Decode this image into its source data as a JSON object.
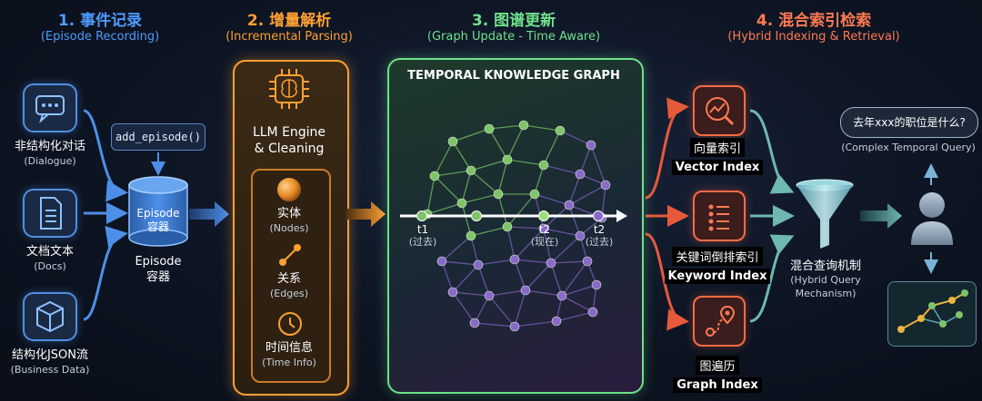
{
  "stages": [
    {
      "title": "1. 事件记录",
      "subtitle": "(Episode Recording)"
    },
    {
      "title": "2. 增量解析",
      "subtitle": "(Incremental Parsing)"
    },
    {
      "title": "3. 图谱更新",
      "subtitle": "(Graph Update - Time Aware)"
    },
    {
      "title": "4. 混合索引检索",
      "subtitle": "(Hybrid Indexing & Retrieval)"
    }
  ],
  "sources": [
    {
      "label": "非结构化对话",
      "sub": "(Dialogue)",
      "icon": "chat-icon"
    },
    {
      "label": "文档文本",
      "sub": "(Docs)",
      "icon": "document-icon"
    },
    {
      "label": "结构化JSON流",
      "sub": "(Business Data)",
      "icon": "box-icon"
    }
  ],
  "episode": {
    "call": "add_episode()",
    "db_label_1": "Episode",
    "db_label_2": "容器",
    "caption_1": "Episode",
    "caption_2": "容器"
  },
  "llm": {
    "title_1": "LLM Engine",
    "title_2": "& Cleaning",
    "items": [
      {
        "label": "实体",
        "sub": "(Nodes)"
      },
      {
        "label": "关系",
        "sub": "(Edges)"
      },
      {
        "label": "时间信息",
        "sub": "(Time Info)"
      }
    ]
  },
  "graph": {
    "title": "TEMPORAL KNOWLEDGE GRAPH",
    "timeline": [
      {
        "label": "t1",
        "sub": "(过去)"
      },
      {
        "label": "t2",
        "sub": "(现在)"
      },
      {
        "label": "t2",
        "sub": "(过去)"
      }
    ]
  },
  "indexes": [
    {
      "cn": "向量索引",
      "en": "Vector Index",
      "icon": "vector-search-icon"
    },
    {
      "cn": "关键词倒排索引",
      "en": "Keyword Index",
      "icon": "list-icon"
    },
    {
      "cn": "图遍历",
      "en": "Graph Index",
      "icon": "route-icon"
    }
  ],
  "mechanism": {
    "cn": "混合查询机制",
    "en_1": "(Hybrid Query",
    "en_2": "Mechanism)"
  },
  "query": {
    "text": "去年xxx的职位是什么?",
    "sub": "(Complex Temporal Query)"
  },
  "colors": {
    "blue": "#4d9bff",
    "orange": "#ffa033",
    "green": "#6fe08a",
    "salmon": "#ff7a52",
    "node_green": "#7fc46a",
    "node_purple": "#8a6ac8"
  }
}
